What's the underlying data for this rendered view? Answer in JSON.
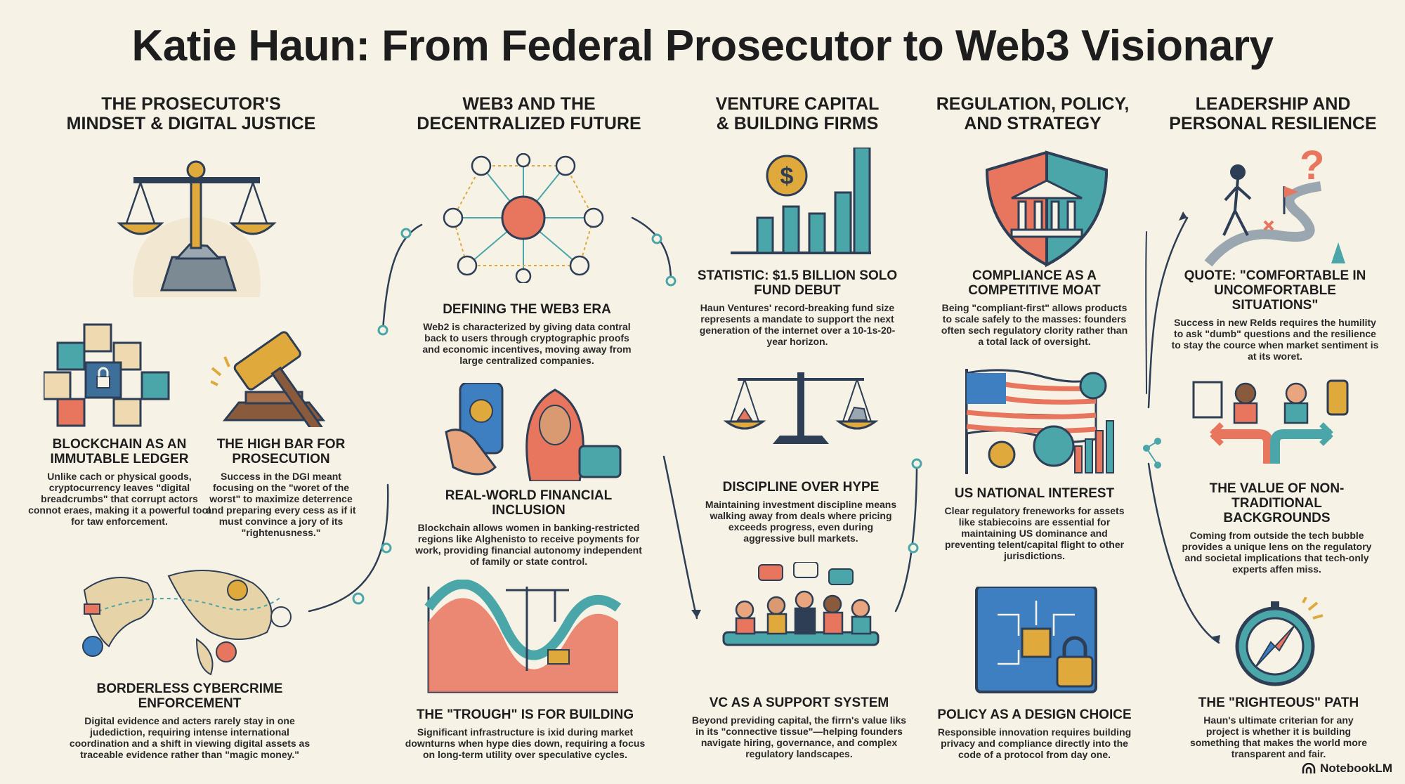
{
  "title": "Katie Haun: From Federal Prosecutor to Web3 Visionary",
  "columns": [
    {
      "heading_1": "THE PROSECUTOR'S",
      "heading_2": "MINDSET & DIGITAL JUSTICE"
    },
    {
      "heading_1": "WEB3 AND THE",
      "heading_2": "DECENTRALIZED FUTURE"
    },
    {
      "heading_1": "VENTURE CAPITAL",
      "heading_2": "& BUILDING FIRMS"
    },
    {
      "heading_1": "REGULATION, POLICY,",
      "heading_2": "AND STRATEGY"
    },
    {
      "heading_1": "LEADERSHIP AND",
      "heading_2": "PERSONAL RESILIENCE"
    }
  ],
  "cards": {
    "ledger": {
      "title": "BLOCKCHAIN AS AN IMMUTABLE LEDGER",
      "body": "Unlike cach or physical goods, cryptocurrency leaves \"digital breadcrumbs\" that corrupt actors connot eraes, making it a powerful tool for taw enforcement."
    },
    "highbar": {
      "title": "THE HIGH BAR FOR PROSECUTION",
      "body": "Success in the DGI meant focusing on the \"woret of the worst\" to maximize deterrence and preparing every cess as if it must convince a jory of its \"rightenusness.\""
    },
    "cybercrime": {
      "title": "BORDERLESS CYBERCRIME ENFORCEMENT",
      "body": "Digital evidence and acters rarely stay in one judediction, requiring intense international coordination and a shift in viewing digital assets as traceable evidence rather than \"magic money.\""
    },
    "web3era": {
      "title": "DEFINING THE WEB3 ERA",
      "body": "Web2 is characterized by giving data contral back to users through cryptographic proofs and economic incentives, moving away from large centralized companies."
    },
    "inclusion": {
      "title": "REAL-WORLD FINANCIAL INCLUSION",
      "body": "Blockchain allows women in banking-restricted regions like Alghenisto to receive poyments for work, providing financial autonomy independent of family or state control."
    },
    "trough": {
      "title": "THE \"TROUGH\" IS FOR BUILDING",
      "body": "Significant infrastructure is ixid during market downturns when hype dies down, requiring a focus on long-term utility over speculative cycles."
    },
    "statistic": {
      "title": "STATISTIC: $1.5 BILLION SOLO FUND DEBUT",
      "body": "Haun Ventures' record-breaking fund size represents a mandate to support the next generation of the internet over a 10-1s-20-year horizon."
    },
    "discipline": {
      "title": "DISCIPLINE OVER HYPE",
      "body": "Maintaining investment discipline means walking away from deals where pricing exceeds progress, even during aggressive bull markets."
    },
    "support": {
      "title": "VC AS A SUPPORT SYSTEM",
      "body": "Beyond previding capital, the firrn's value liks in its \"connective tissue\"—helping founders navigate hiring, governance, and complex regulatory landscapes."
    },
    "moat": {
      "title": "COMPLIANCE AS A COMPETITIVE MOAT",
      "body": "Being \"compliant-first\" allows products to scale safely to the masses: founders often sech regulatory clority rather than a total lack of oversight."
    },
    "national": {
      "title": "US NATIONAL INTEREST",
      "body": "Clear regulatory freneworks for assets like stabiecoins are essential for maintaining US dominance and preventing telent/capital flight to other jurisdictions."
    },
    "design": {
      "title": "POLICY AS A DESIGN CHOICE",
      "body": "Responsible innovation requires building privacy and compliance directly into the code of a protocol from day one."
    },
    "quote": {
      "title": "QUOTE: \"COMFORTABLE IN UNCOMFORTABLE SITUATIONS\"",
      "body": "Success in new Relds requires the humility to ask \"dumb\" questions and the resilience to stay the cource when market sentiment is at its woret."
    },
    "nontraditional": {
      "title": "THE VALUE OF NON-TRADITIONAL BACKGROUNDS",
      "body": "Coming from outside the tech bubble provides a unique lens on the regulatory and societal implications that tech-only experts affen miss."
    },
    "righteous": {
      "title": "THE \"RIGHTEOUS\" PATH",
      "body": "Haun's ultimate criterian for any project is whether it is building something that makes the world more transparent and fair."
    }
  },
  "brand": "NotebookLM",
  "colors": {
    "teal": "#4aa6a8",
    "coral": "#e8765f",
    "gold": "#e0a93b",
    "navy": "#2d3e55",
    "blue": "#3d7fc0",
    "brown": "#8a5a3c"
  }
}
